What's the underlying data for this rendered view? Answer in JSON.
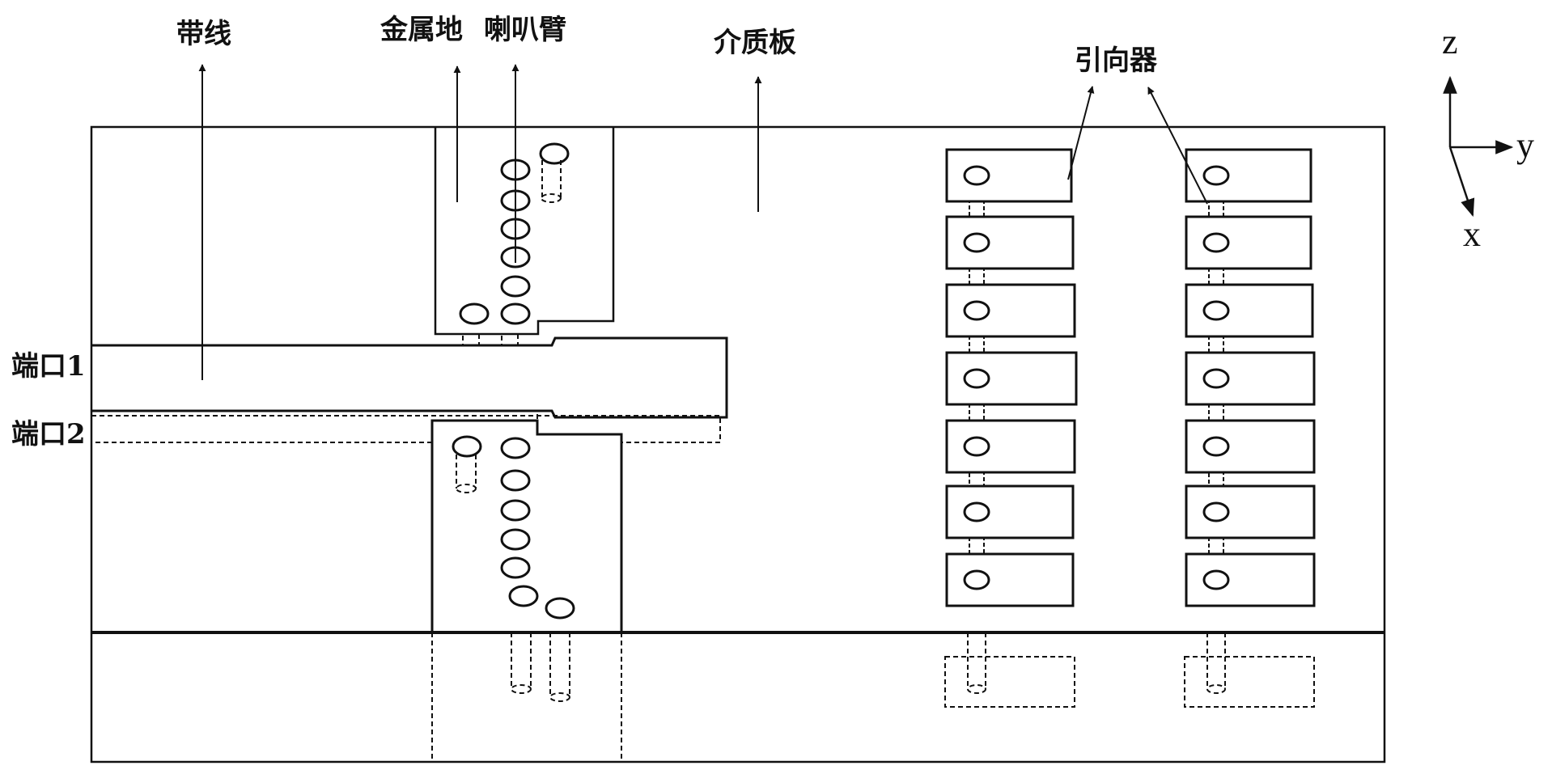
{
  "labels": {
    "stripline": "带线",
    "ground": "金属地",
    "horn_arm": "喇叭臂",
    "substrate": "介质板",
    "director": "引向器",
    "port1": "端口1",
    "port2": "端口2"
  },
  "axes": {
    "z": "z",
    "y": "y",
    "x": "x"
  },
  "icons": {
    "arrow": "arrow-up-icon"
  },
  "colors": {
    "stroke": "#111111",
    "background": "#ffffff"
  }
}
